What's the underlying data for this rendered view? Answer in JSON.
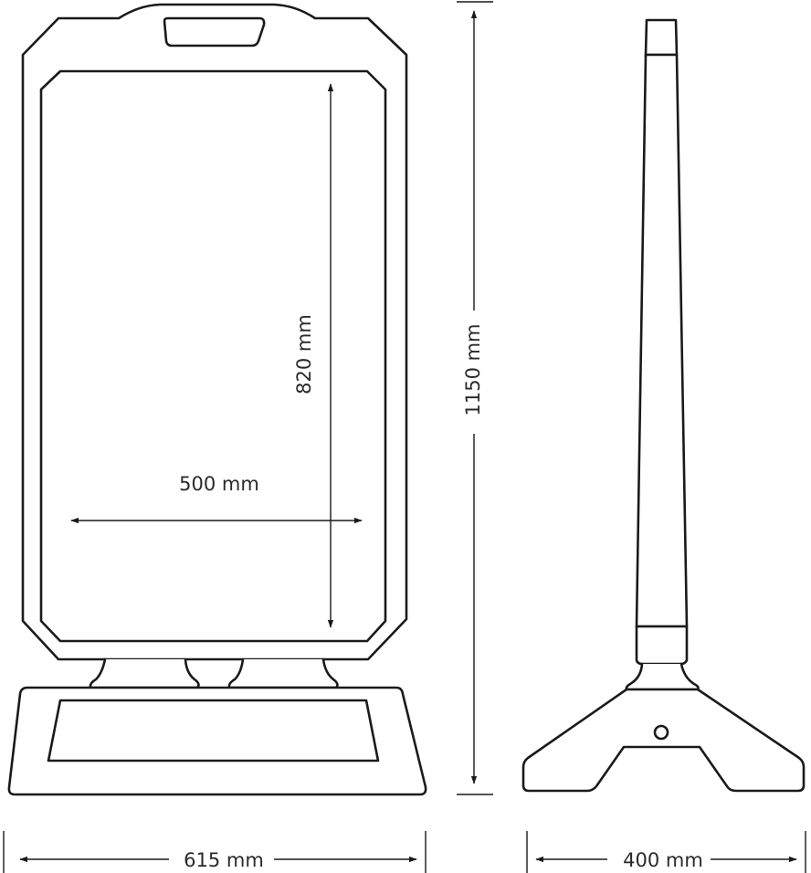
{
  "dimensions": {
    "poster_height": "820 mm",
    "poster_width": "500 mm",
    "overall_height": "1150 mm",
    "overall_width": "615 mm",
    "base_depth": "400 mm"
  },
  "colors": {
    "line": "#1a1a1a",
    "text": "#2a2a2a",
    "background": "#ffffff"
  }
}
